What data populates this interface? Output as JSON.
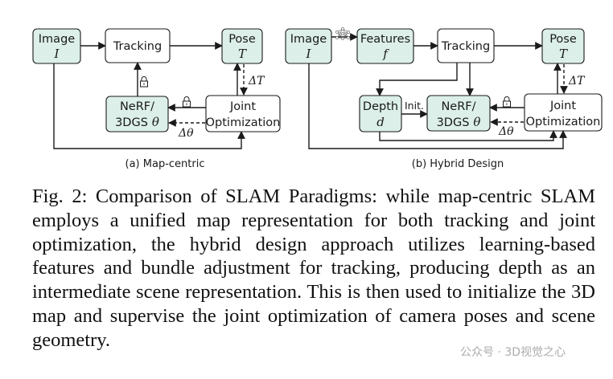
{
  "figure": {
    "left": {
      "image_label": "Image",
      "image_sym": "I",
      "tracking": "Tracking",
      "pose_label": "Pose",
      "pose_sym": "T",
      "nerf_line1": "NeRF/",
      "nerf_line2_text": "3DGS",
      "nerf_line2_sym": "θ",
      "joint_line1": "Joint",
      "joint_line2": "Optimization",
      "delta_t": "ΔT",
      "delta_theta": "Δθ",
      "subcaption": "(a) Map-centric"
    },
    "right": {
      "image_label": "Image",
      "image_sym": "I",
      "features_label": "Features",
      "features_sym": "f",
      "tracking": "Tracking",
      "pose_label": "Pose",
      "pose_sym": "T",
      "depth_label": "Depth",
      "depth_sym": "d",
      "init_label": "Init.",
      "nerf_line1": "NeRF/",
      "nerf_line2_text": "3DGS",
      "nerf_line2_sym": "θ",
      "joint_line1": "Joint",
      "joint_line2": "Optimization",
      "delta_t": "ΔT",
      "delta_theta": "Δθ",
      "subcaption": "(b) Hybrid Design"
    },
    "icons": {
      "lock": "lock-icon",
      "network": "neural-network-icon"
    }
  },
  "caption": {
    "text": "Fig. 2: Comparison of SLAM Paradigms: while map-centric SLAM employs a unified map representation for both tracking and joint optimization, the hybrid design approach utilizes learning-based features and bundle adjustment for tracking, producing depth as an intermediate scene representation. This is then used to initialize the 3D map and supervise the joint optimization of camera poses and scene geometry."
  },
  "watermark": {
    "text": "公众号 · 3D视觉之心"
  }
}
